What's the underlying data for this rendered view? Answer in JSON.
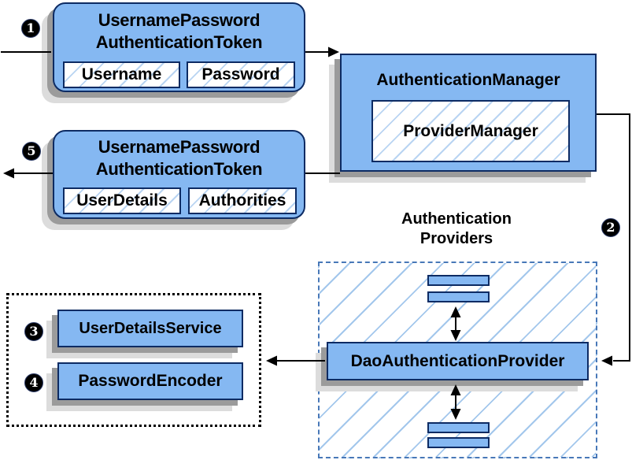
{
  "token_request": {
    "step": "1",
    "title_line1": "UsernamePassword",
    "title_line2": "AuthenticationToken",
    "field1": "Username",
    "field2": "Password"
  },
  "authentication_manager": {
    "title": "AuthenticationManager",
    "inner": "ProviderManager"
  },
  "token_response": {
    "step": "5",
    "title_line1": "UsernamePassword",
    "title_line2": "AuthenticationToken",
    "field1": "UserDetails",
    "field2": "Authorities"
  },
  "providers": {
    "step": "2",
    "title_line1": "Authentication",
    "title_line2": "Providers",
    "main": "DaoAuthenticationProvider"
  },
  "services": {
    "user_details_service": {
      "step": "3",
      "label": "UserDetailsService"
    },
    "password_encoder": {
      "step": "4",
      "label": "PasswordEncoder"
    }
  },
  "colors": {
    "box_fill": "#85b8f2",
    "box_border": "#0d2b63",
    "hatch_line": "#b9d4f2",
    "providers_hatch": "#a3c7ec",
    "providers_dash_border": "#4878b8",
    "shadow_dark": "#9b9b9b",
    "shadow_light": "#dcdcdc",
    "connector": "#000000"
  }
}
